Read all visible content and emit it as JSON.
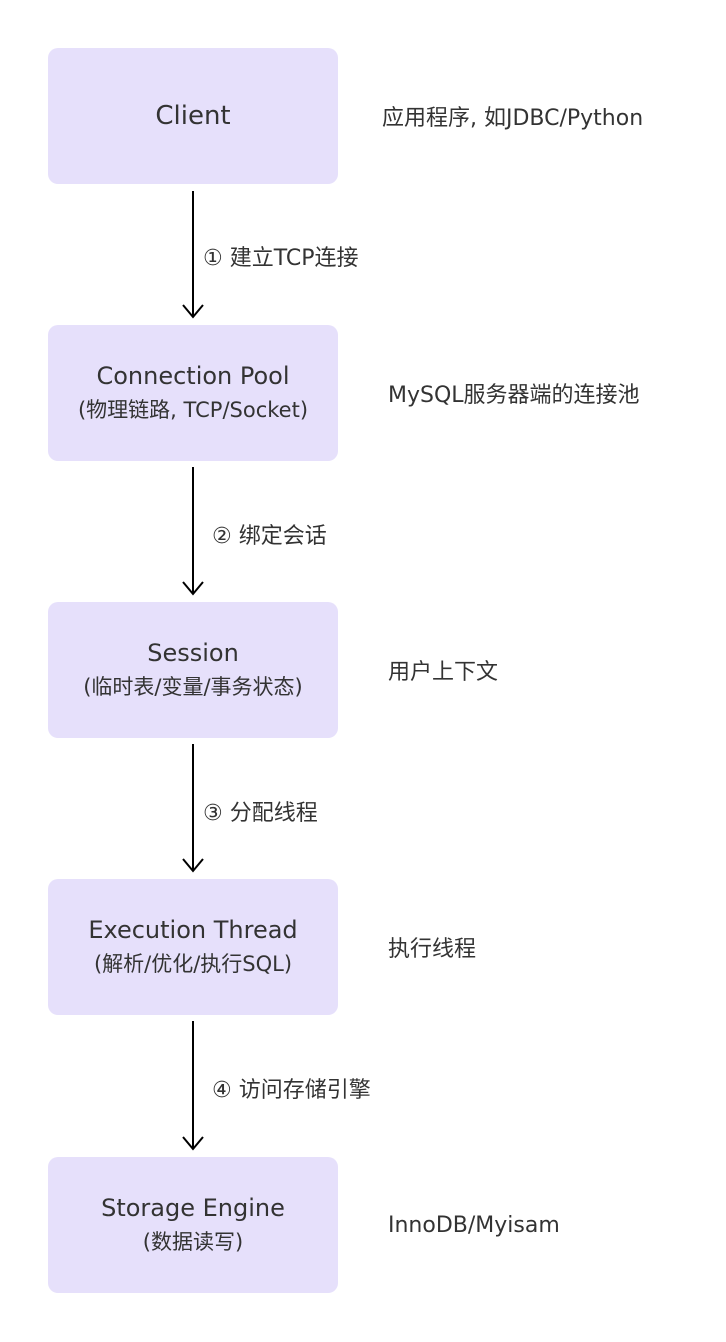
{
  "nodes": [
    {
      "title": "Client",
      "subtitle": "",
      "note": "应用程序, 如JDBC/Python"
    },
    {
      "title": "Connection Pool",
      "subtitle": "(物理链路, TCP/Socket)",
      "note": "MySQL服务器端的连接池"
    },
    {
      "title": "Session",
      "subtitle": "(临时表/变量/事务状态)",
      "note": "用户上下文"
    },
    {
      "title": "Execution Thread",
      "subtitle": "(解析/优化/执行SQL)",
      "note": "执行线程"
    },
    {
      "title": "Storage Engine",
      "subtitle": "(数据读写)",
      "note": "InnoDB/Myisam"
    }
  ],
  "edges": [
    {
      "label": "① 建立TCP连接"
    },
    {
      "label": "② 绑定会话"
    },
    {
      "label": "③ 分配线程"
    },
    {
      "label": "④ 访问存储引擎"
    }
  ],
  "colors": {
    "node_fill": "#e6e0fb",
    "arrow": "#000000",
    "text": "#333333"
  }
}
